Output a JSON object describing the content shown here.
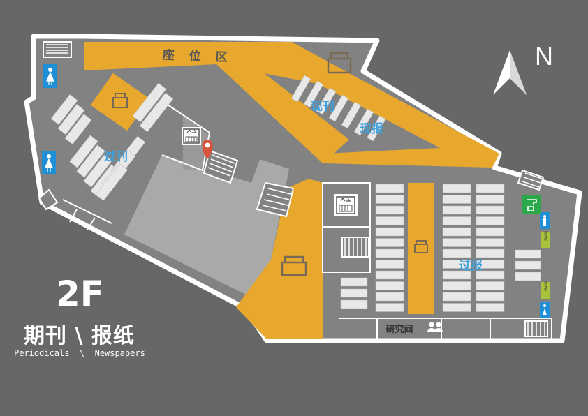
{
  "floor": {
    "number": "2F",
    "name_cn": "期刊 \\ 报纸",
    "name_en": "Periodicals  \\  Newspapers"
  },
  "compass": {
    "label": "N"
  },
  "zones": {
    "seating": "座　位　区",
    "current_periodicals": "现刊",
    "current_newspapers": "现报",
    "past_periodicals": "过刊",
    "past_newspapers": "过报",
    "study_room": "研究间"
  },
  "small_signs": {
    "quiet_room_1": "静音舱",
    "quiet_room_2": "静音舱"
  },
  "icons": [
    "elevator-icon",
    "elevator-icon",
    "location-pin-icon",
    "armchair-icon",
    "female-restroom-icon",
    "male-restroom-icon",
    "water-dispenser-icon",
    "people-icon",
    "north-arrow-icon"
  ],
  "colors": {
    "background": "#666767",
    "floor": "#828282",
    "outline": "#ffffff",
    "seating_area": "#e8a82e",
    "shelf": "#e8e8e8",
    "zone_text": "#3fa0dc",
    "marker": "#d9533a",
    "restroom": "#1f8fd6",
    "water": "#2aa84a",
    "quiet_room": "#a8c33a"
  }
}
